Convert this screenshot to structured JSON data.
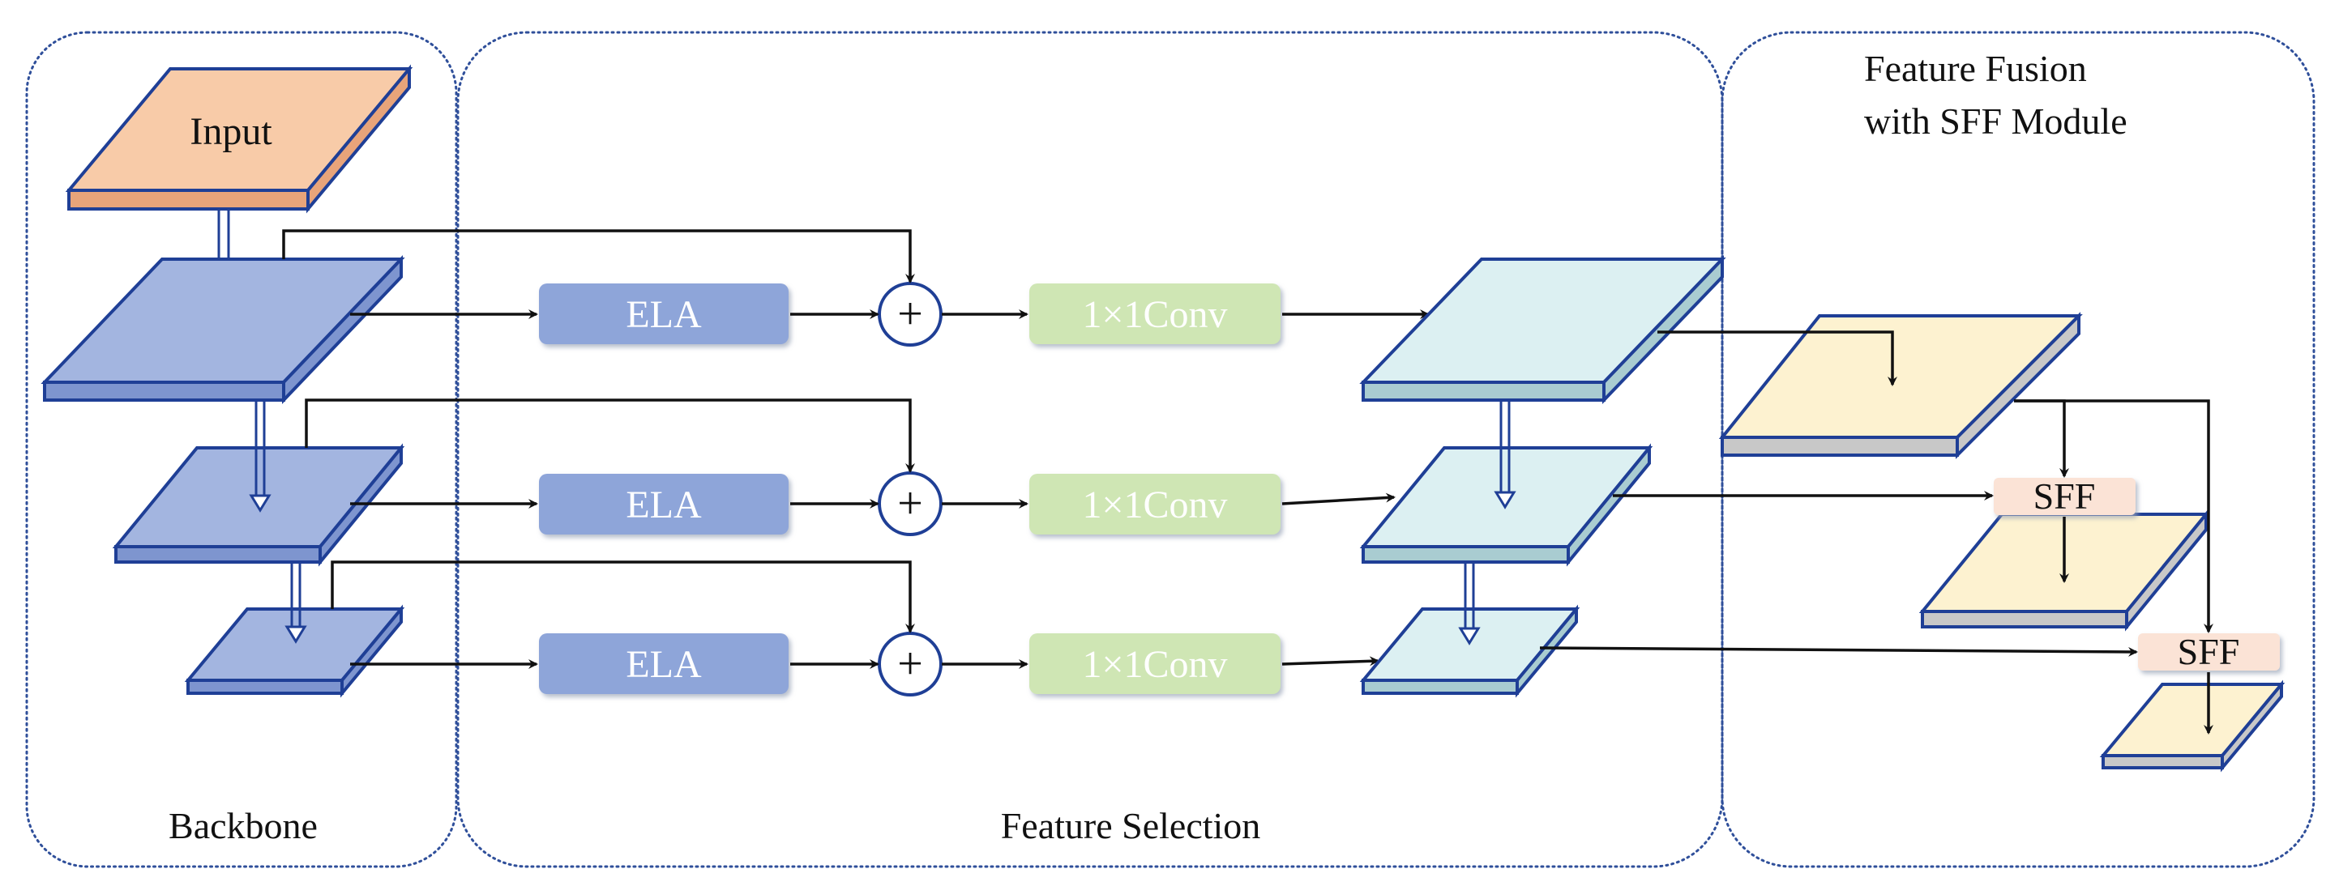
{
  "panels": {
    "backbone": "Backbone",
    "feature_selection": "Feature Selection",
    "fusion_line1": "Feature Fusion",
    "fusion_line2": "with SFF Module"
  },
  "input_label": "Input",
  "ela_label": "ELA",
  "conv_label": "1×1Conv",
  "plus_symbol": "+",
  "sff_label": "SFF",
  "colors": {
    "input_top": "#f8cba8",
    "input_side": "#e8a47a",
    "backbone_top": "#a3b5e0",
    "backbone_side": "#7e95cf",
    "selection_top": "#dcf0f2",
    "selection_side": "#a9ccd1",
    "fusion_top": "#fdf2d0",
    "fusion_side": "#c8c8c8",
    "ela_fill": "#8ea5d9",
    "conv_fill": "#cfe6b4",
    "sff_fill": "#fbe3d6",
    "panel_border": "#2f4f9a",
    "edge": "#1f3f96"
  }
}
